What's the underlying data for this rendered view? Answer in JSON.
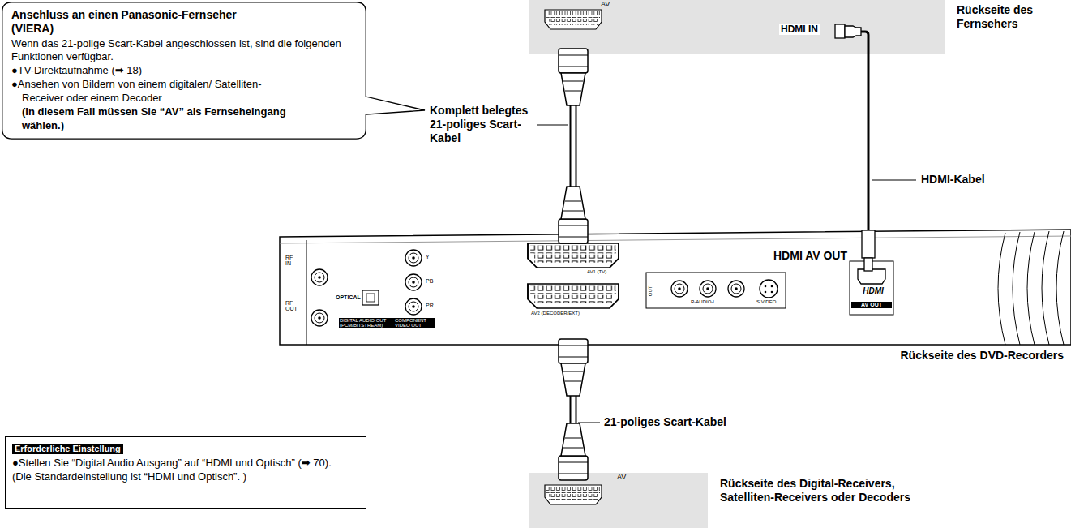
{
  "diagram": {
    "nodes": [
      {
        "text": [
          "Anschluss an einen Panasonic-Fernseher (VIERA)",
          "Wenn das 21-polige Scart-Kabel angeschlossen ist, sind die folgenden Funktionen verfügbar.",
          "●TV-Direktaufnahme (➡ 18)",
          "●Ansehen von Bildern von einem digitalen/ Satelliten-Receiver oder einem Decoder",
          "(In diesem Fall müssen Sie “AV” als Fernseheingang wählen.)"
        ]
      },
      {
        "text": [
          "AV",
          "HDMI IN",
          "Rückseite des Fernsehers"
        ]
      },
      {
        "text": [
          "HDMI AV OUT",
          "Rückseite des DVD-Recorders"
        ]
      },
      {
        "text": [
          "Erforderliche Einstellung",
          "●Stellen Sie “Digital Audio Ausgang” auf “HDMI und Optisch” (➡ 70).",
          "(Die Standardeinstellung ist “HDMI und Optisch”. )"
        ]
      },
      {
        "text": [
          "AV",
          "Rückseite des Digital-Receivers, Satelliten-Receivers oder Decoders"
        ]
      }
    ],
    "edges": [
      {
        "from": 1,
        "to": 2,
        "arrow": "none"
      },
      {
        "from": 1,
        "to": 2,
        "arrow": "none"
      },
      {
        "from": 2,
        "to": 4,
        "arrow": "none"
      }
    ],
    "labels": [
      "Komplett belegtes 21-poliges Scart-Kabel",
      "HDMI-Kabel",
      "RF IN",
      "RF OUT",
      "OPTICAL",
      "DIGITAL AUDIO OUT (PCM/BITSTREAM)",
      "Y",
      "PB",
      "PR",
      "COMPONENT VIDEO OUT",
      "AV1 (TV)",
      "AV2 (DECODER/EXT)",
      "OUT",
      "R-AUDIO-L",
      "S VIDEO",
      "HDMI",
      "AV OUT",
      "21-poliges Scart-Kabel"
    ]
  }
}
